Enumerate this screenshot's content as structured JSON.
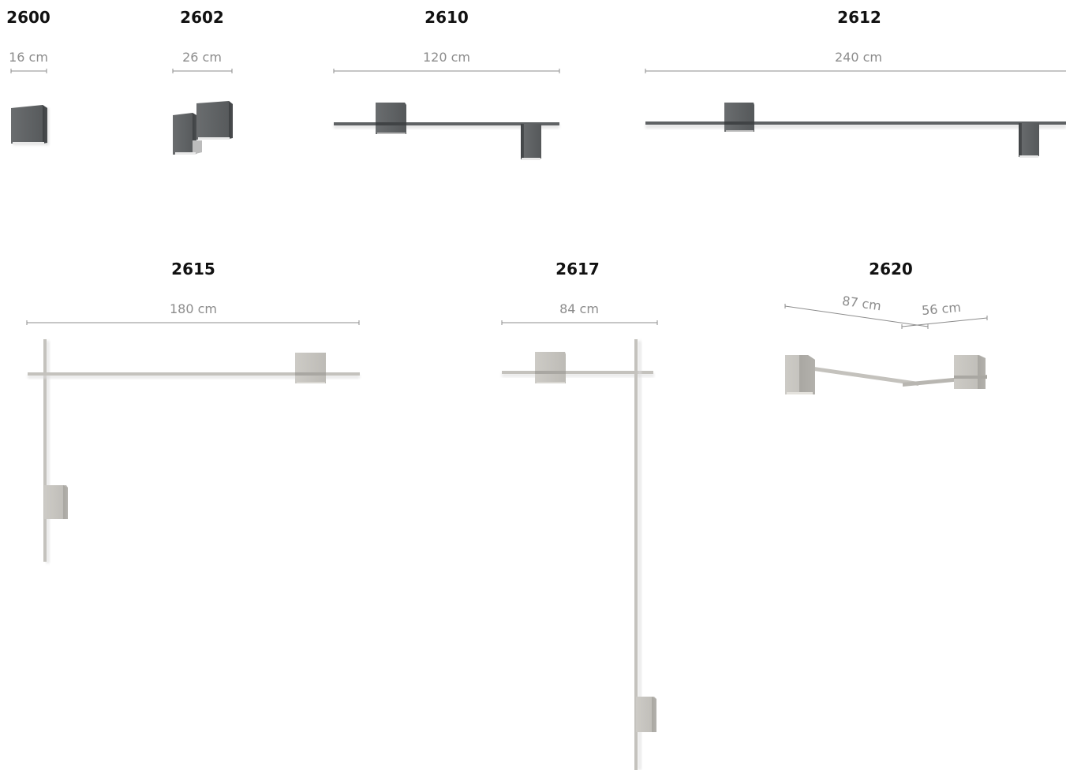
{
  "products": [
    {
      "code": "2600",
      "width": "16 cm",
      "finish_color": "#5f6264"
    },
    {
      "code": "2602",
      "width": "26 cm",
      "finish_color": "#5f6264"
    },
    {
      "code": "2610",
      "width": "120 cm",
      "finish_color": "#5f6264"
    },
    {
      "code": "2612",
      "width": "240 cm",
      "finish_color": "#5f6264"
    },
    {
      "code": "2615",
      "width": "180 cm",
      "finish_color": "#c4c2bd"
    },
    {
      "code": "2617",
      "width": "84 cm",
      "finish_color": "#c4c2bd"
    },
    {
      "code": "2620",
      "width_a": "87 cm",
      "width_b": "56 cm",
      "finish_color": "#c4c2bd"
    }
  ],
  "colors": {
    "dark_finish": "#5f6264",
    "light_finish": "#c4c2bd",
    "dimension_line": "#8c8c8c",
    "title_text": "#111111"
  }
}
